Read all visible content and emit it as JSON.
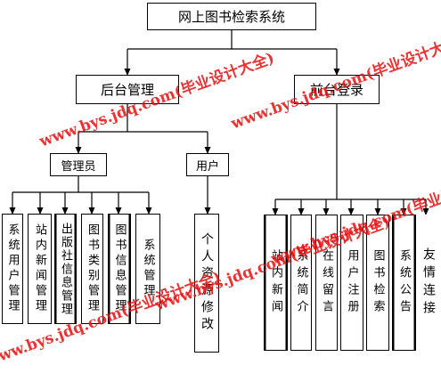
{
  "root": {
    "label": "网上图书检索系统"
  },
  "backend": {
    "label": "后台管理",
    "children": [
      {
        "label": "管理员",
        "items": [
          "系统用户管理",
          "站内新闻管理",
          "出版社信息管理",
          "图书类别管理",
          "图书信息管理",
          "系统管理"
        ]
      },
      {
        "label": "用户",
        "items": [
          "个人资源修改"
        ]
      }
    ]
  },
  "frontend": {
    "label": "前台登录",
    "items": [
      "站内新闻",
      "系统简介",
      "在线留言",
      "用户注册",
      "图书检索",
      "系统公告",
      "友情连接"
    ]
  },
  "watermark": {
    "text": "www.bys.jdq.com(毕业设计大全)"
  }
}
